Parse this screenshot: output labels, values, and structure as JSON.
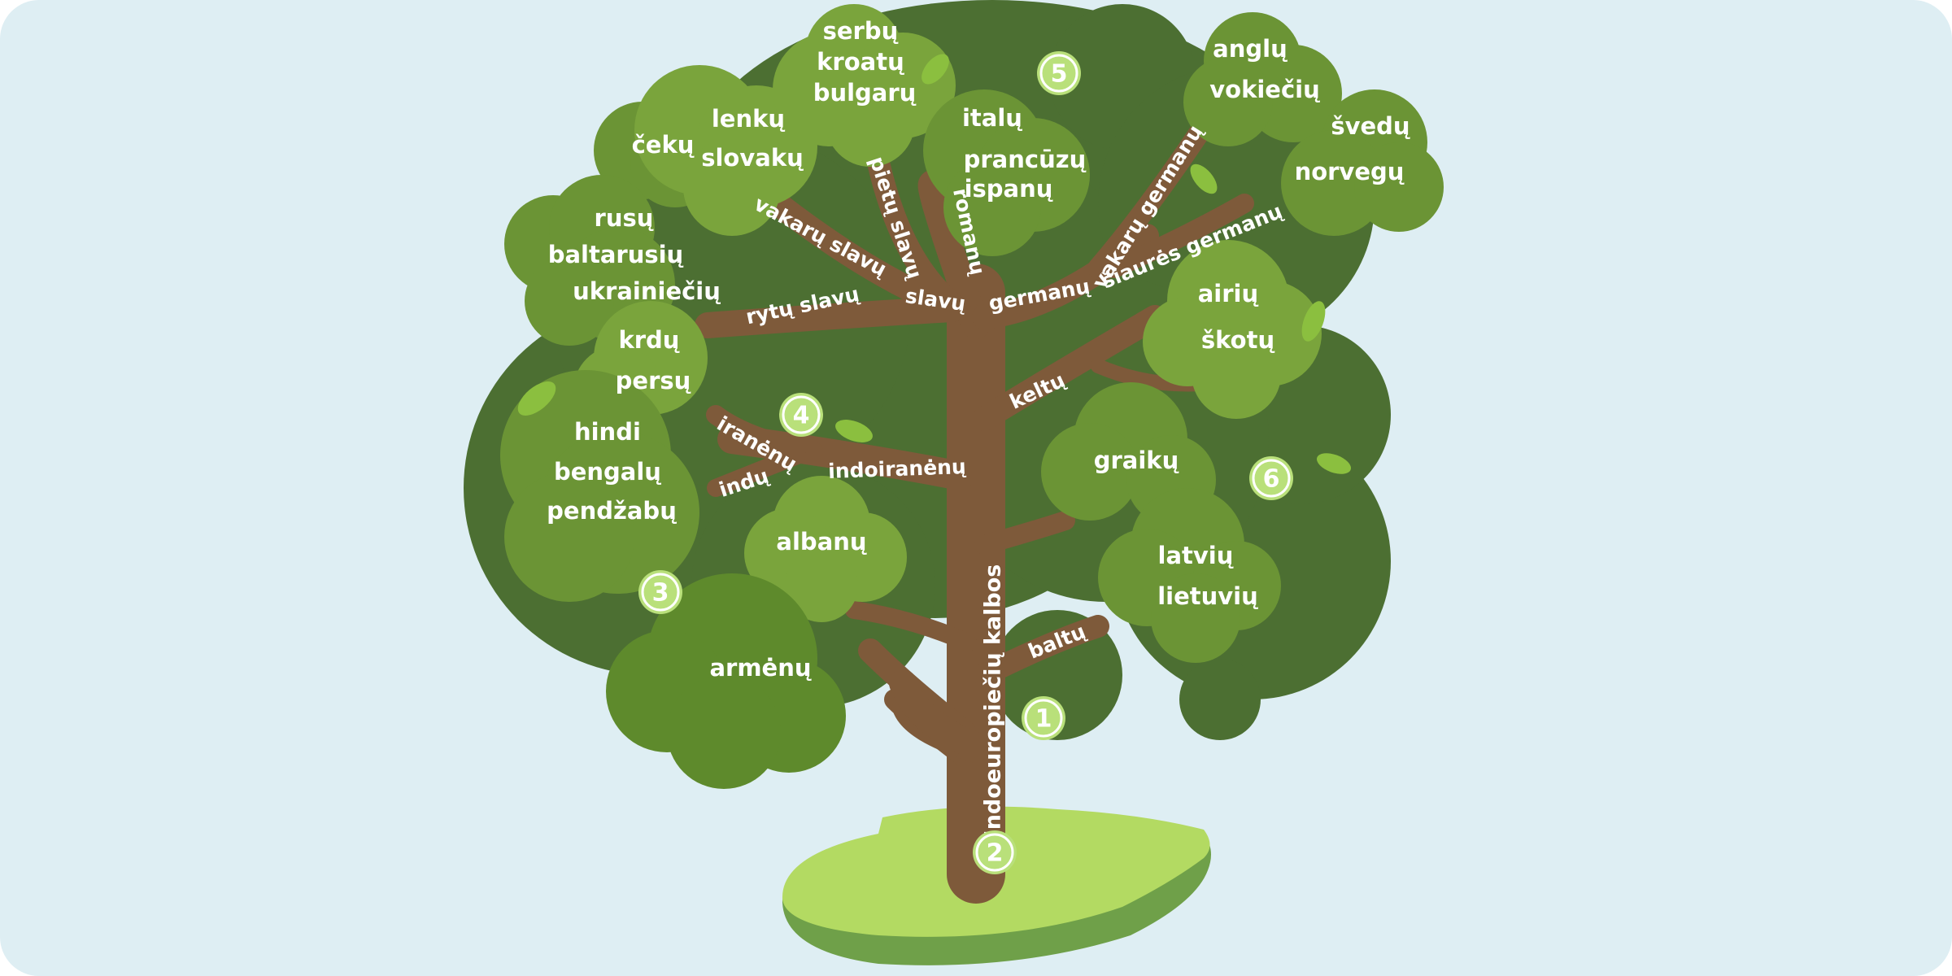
{
  "colors": {
    "background": "#deeef3",
    "foliage_dark": "#4c6f32",
    "foliage_mid": "#5e8a2c",
    "foliage_light": "#7ea63d",
    "trunk": "#7e5a3a",
    "ground": "#b3da62",
    "marker": "#b9e07a"
  },
  "trunk": {
    "label": "Indoeuropiečių kalbos"
  },
  "branches": [
    {
      "id": "slavu",
      "label": "slavų"
    },
    {
      "id": "rytu-slavu",
      "label": "rytų slavų"
    },
    {
      "id": "vakaru-slavu",
      "label": "vakarų slavų"
    },
    {
      "id": "pietu-slavu",
      "label": "pietų slavų"
    },
    {
      "id": "romanu",
      "label": "romanų"
    },
    {
      "id": "germanu",
      "label": "germanų"
    },
    {
      "id": "vakaru-germanu",
      "label": "vakarų germanų"
    },
    {
      "id": "siaures-germanu",
      "label": "šiaurės germanų"
    },
    {
      "id": "keltu",
      "label": "keltų"
    },
    {
      "id": "iranenu",
      "label": "iranėnų"
    },
    {
      "id": "indu",
      "label": "indų"
    },
    {
      "id": "indoiranenu",
      "label": "indoiranėnų"
    },
    {
      "id": "baltu",
      "label": "baltų"
    }
  ],
  "clusters": [
    {
      "id": "cekai",
      "lines": [
        "čekų"
      ]
    },
    {
      "id": "lenkai",
      "lines": [
        "lenkų",
        "slovakų"
      ]
    },
    {
      "id": "pietu-slavai",
      "lines": [
        "serbų",
        "kroatų",
        "bulgarų"
      ]
    },
    {
      "id": "romanai",
      "lines": [
        "italų",
        "prancūzų",
        "ispanų"
      ]
    },
    {
      "id": "vakaru-germanai",
      "lines": [
        "anglų",
        "vokiečių"
      ]
    },
    {
      "id": "siaures-germanai",
      "lines": [
        "švedų",
        "norvegų"
      ]
    },
    {
      "id": "rytu-slavai",
      "lines": [
        "rusų",
        "baltarusių",
        "ukrainiečių"
      ]
    },
    {
      "id": "iranenai",
      "lines": [
        "krdų",
        "persų"
      ]
    },
    {
      "id": "indai",
      "lines": [
        "hindi",
        "bengalų",
        "pendžabų"
      ]
    },
    {
      "id": "keltai",
      "lines": [
        "airių",
        "škotų"
      ]
    },
    {
      "id": "graikai",
      "lines": [
        "graikų"
      ]
    },
    {
      "id": "albanai",
      "lines": [
        "albanų"
      ]
    },
    {
      "id": "armenai",
      "lines": [
        "armėnų"
      ]
    },
    {
      "id": "baltai",
      "lines": [
        "latvių",
        "lietuvių"
      ]
    }
  ],
  "markers": [
    "1",
    "2",
    "3",
    "4",
    "5",
    "6"
  ]
}
